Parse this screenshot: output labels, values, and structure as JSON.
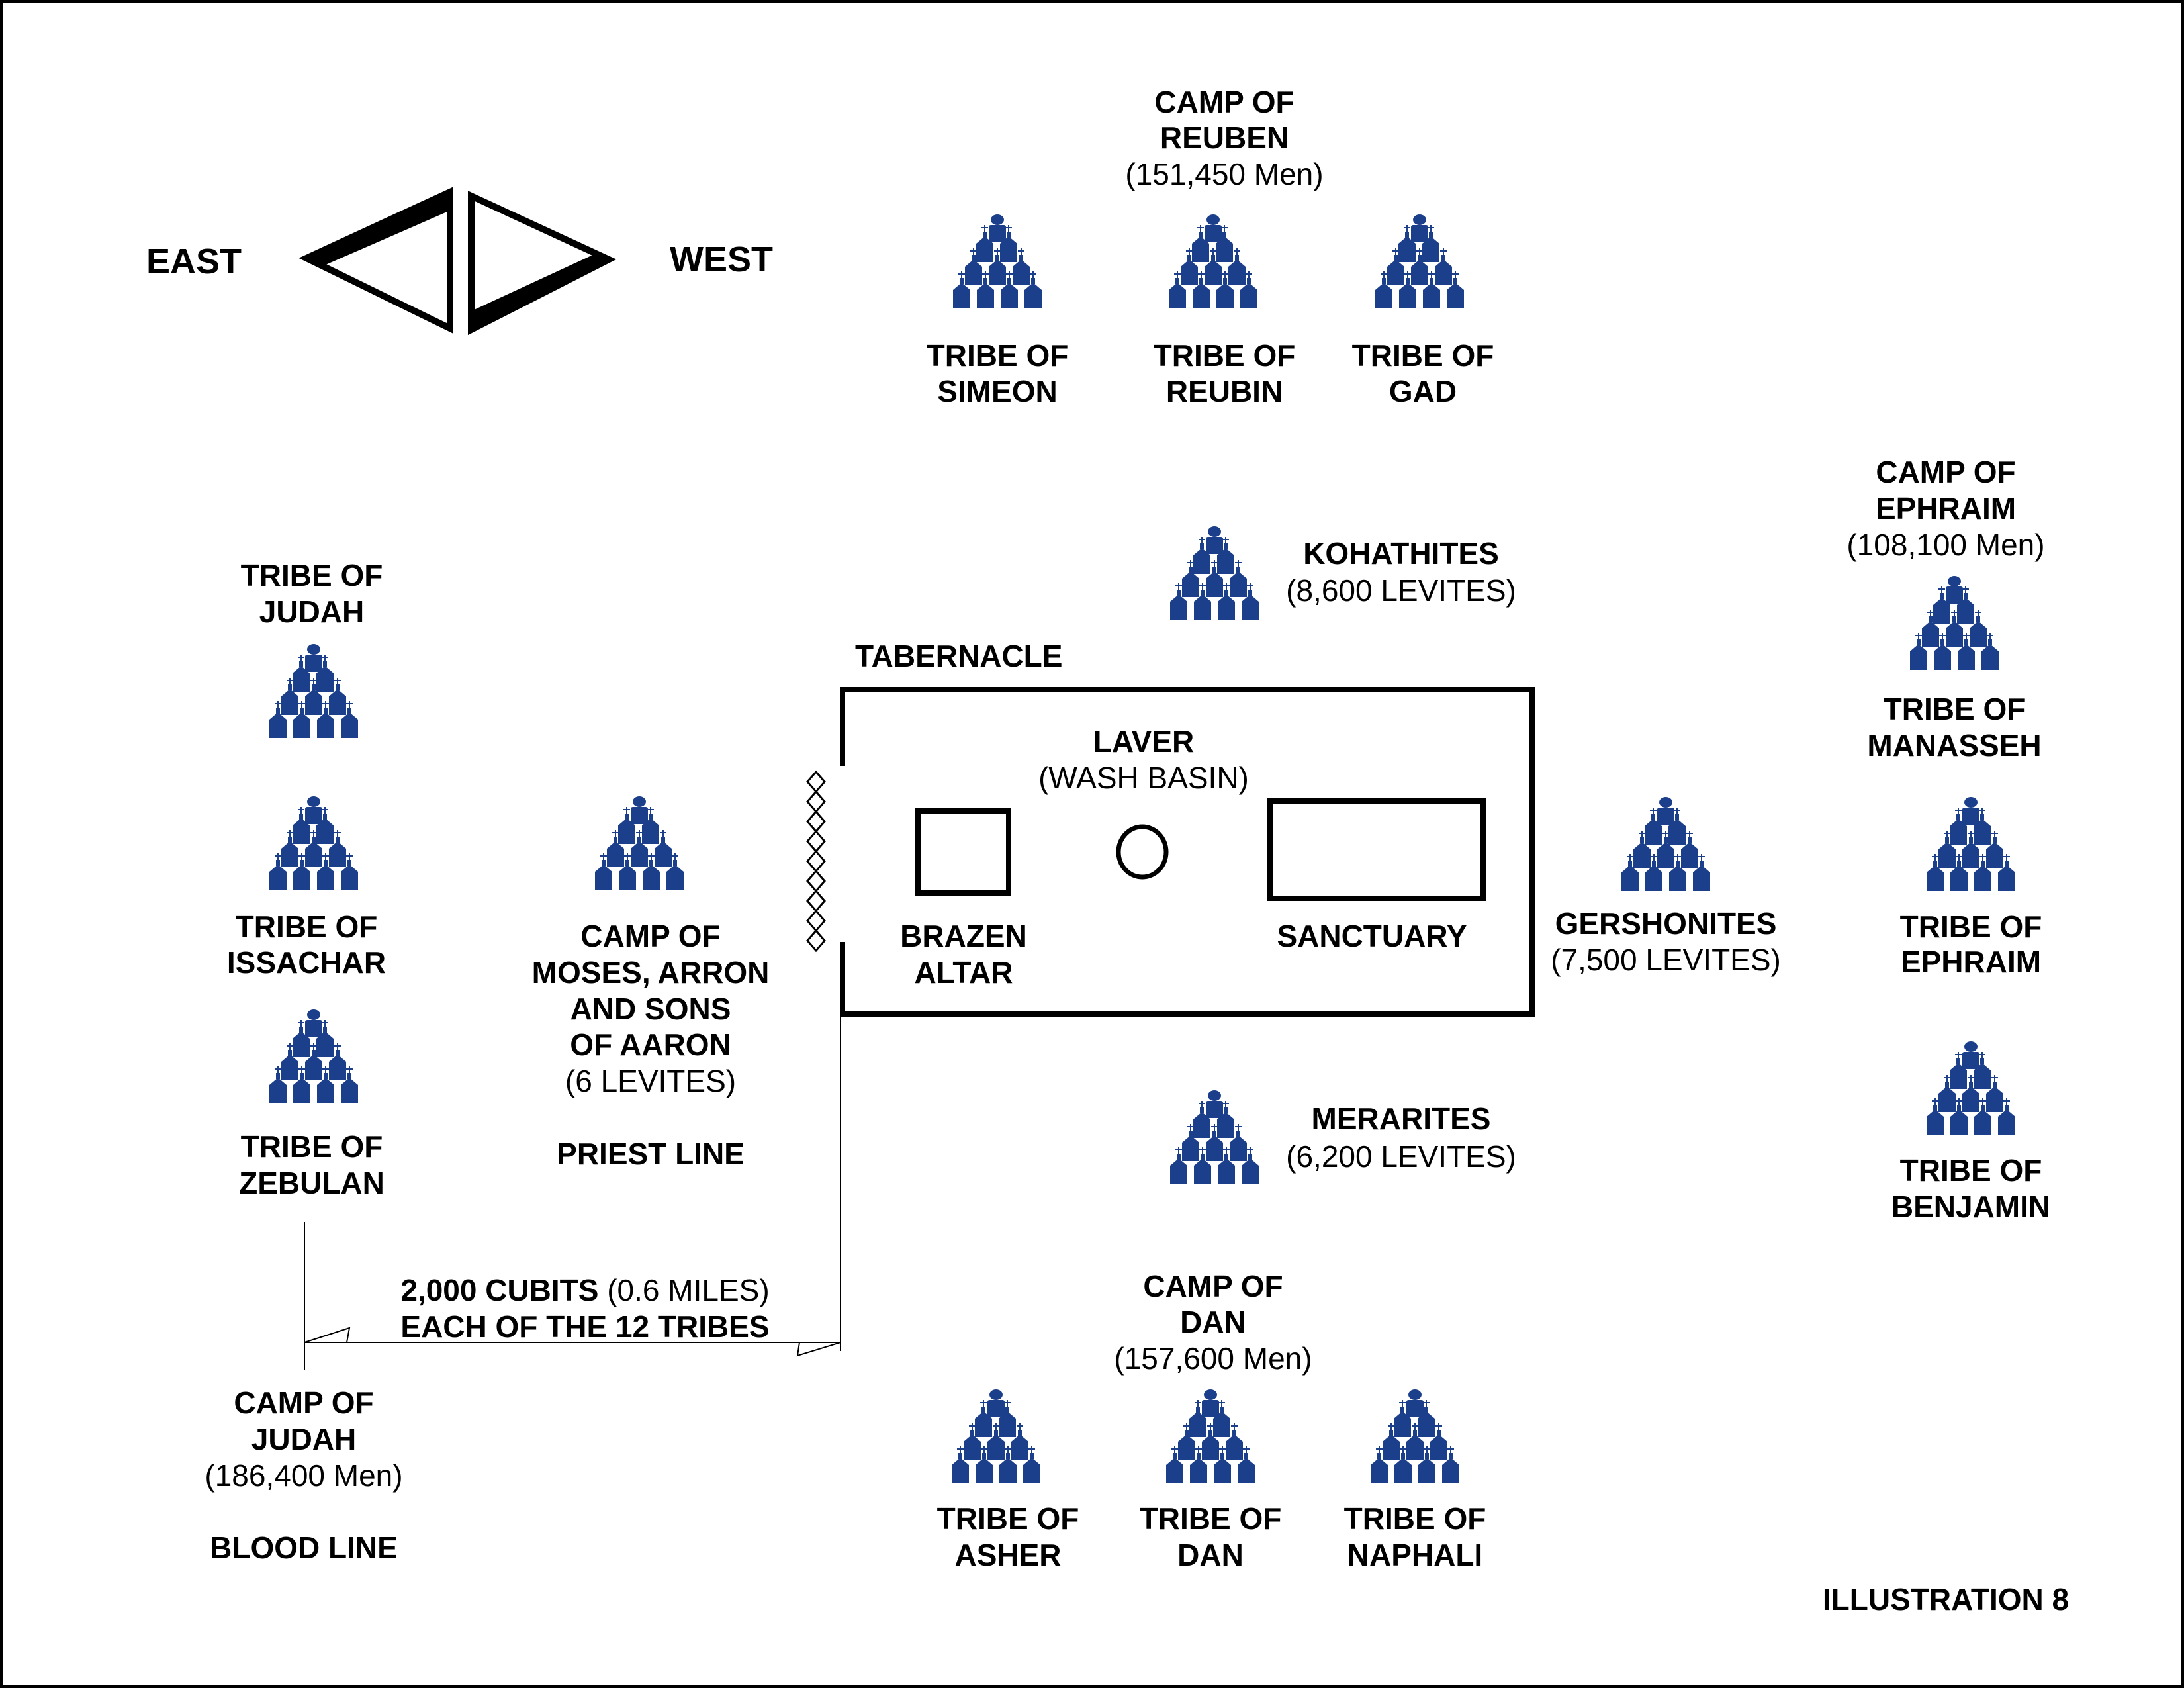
{
  "colors": {
    "icon": "#1c3f8c",
    "ink": "#000000",
    "background": "#ffffff"
  },
  "compass": {
    "east": "EAST",
    "west": "WEST"
  },
  "camp_reuben": {
    "title": [
      "CAMP OF",
      "REUBEN"
    ],
    "count": "(151,450 Men)",
    "tribes": [
      {
        "line1": "TRIBE OF",
        "line2": "SIMEON"
      },
      {
        "line1": "TRIBE OF",
        "line2": "REUBIN"
      },
      {
        "line1": "TRIBE OF",
        "line2": "GAD"
      }
    ]
  },
  "kohathites": {
    "name": "KOHATHITES",
    "count": "(8,600 LEVITES)"
  },
  "tabernacle": {
    "label": "TABERNACLE",
    "laver": {
      "name": "LAVER",
      "desc": "(WASH BASIN)"
    },
    "altar": {
      "line1": "BRAZEN",
      "line2": "ALTAR"
    },
    "sanctuary": "SANCTUARY",
    "gate_diamonds": 9
  },
  "gershonites": {
    "name": "GERSHONITES",
    "count": "(7,500 LEVITES)"
  },
  "merarites": {
    "name": "MERARITES",
    "count": "(6,200 LEVITES)"
  },
  "camp_ephraim": {
    "title": [
      "CAMP OF",
      "EPHRAIM"
    ],
    "count": "(108,100 Men)",
    "tribes": [
      {
        "line1": "TRIBE OF",
        "line2": "MANASSEH"
      },
      {
        "line1": "TRIBE OF",
        "line2": "EPHRAIM"
      },
      {
        "line1": "TRIBE OF",
        "line2": "BENJAMIN"
      }
    ]
  },
  "camp_dan": {
    "title": [
      "CAMP OF",
      "DAN"
    ],
    "count": "(157,600 Men)",
    "tribes": [
      {
        "line1": "TRIBE OF",
        "line2": "ASHER"
      },
      {
        "line1": "TRIBE OF",
        "line2": "DAN"
      },
      {
        "line1": "TRIBE OF",
        "line2": "NAPHALI"
      }
    ]
  },
  "camp_judah": {
    "title": [
      "CAMP OF",
      "JUDAH"
    ],
    "count": "(186,400 Men)",
    "line": "BLOOD LINE",
    "tribes": [
      {
        "line1": "TRIBE OF",
        "line2": "JUDAH"
      },
      {
        "line1": "TRIBE OF",
        "line2": "ISSACHAR"
      },
      {
        "line1": "TRIBE OF",
        "line2": "ZEBULAN"
      }
    ]
  },
  "camp_moses": {
    "lines": [
      "CAMP OF",
      "MOSES, ARRON",
      "AND SONS",
      "OF AARON"
    ],
    "count": "(6 LEVITES)",
    "line": "PRIEST LINE"
  },
  "measurement": {
    "bold": "2,000 CUBITS",
    "normal": " (0.6 MILES)",
    "line2": "EACH OF THE 12 TRIBES"
  },
  "footer": "ILLUSTRATION 8"
}
